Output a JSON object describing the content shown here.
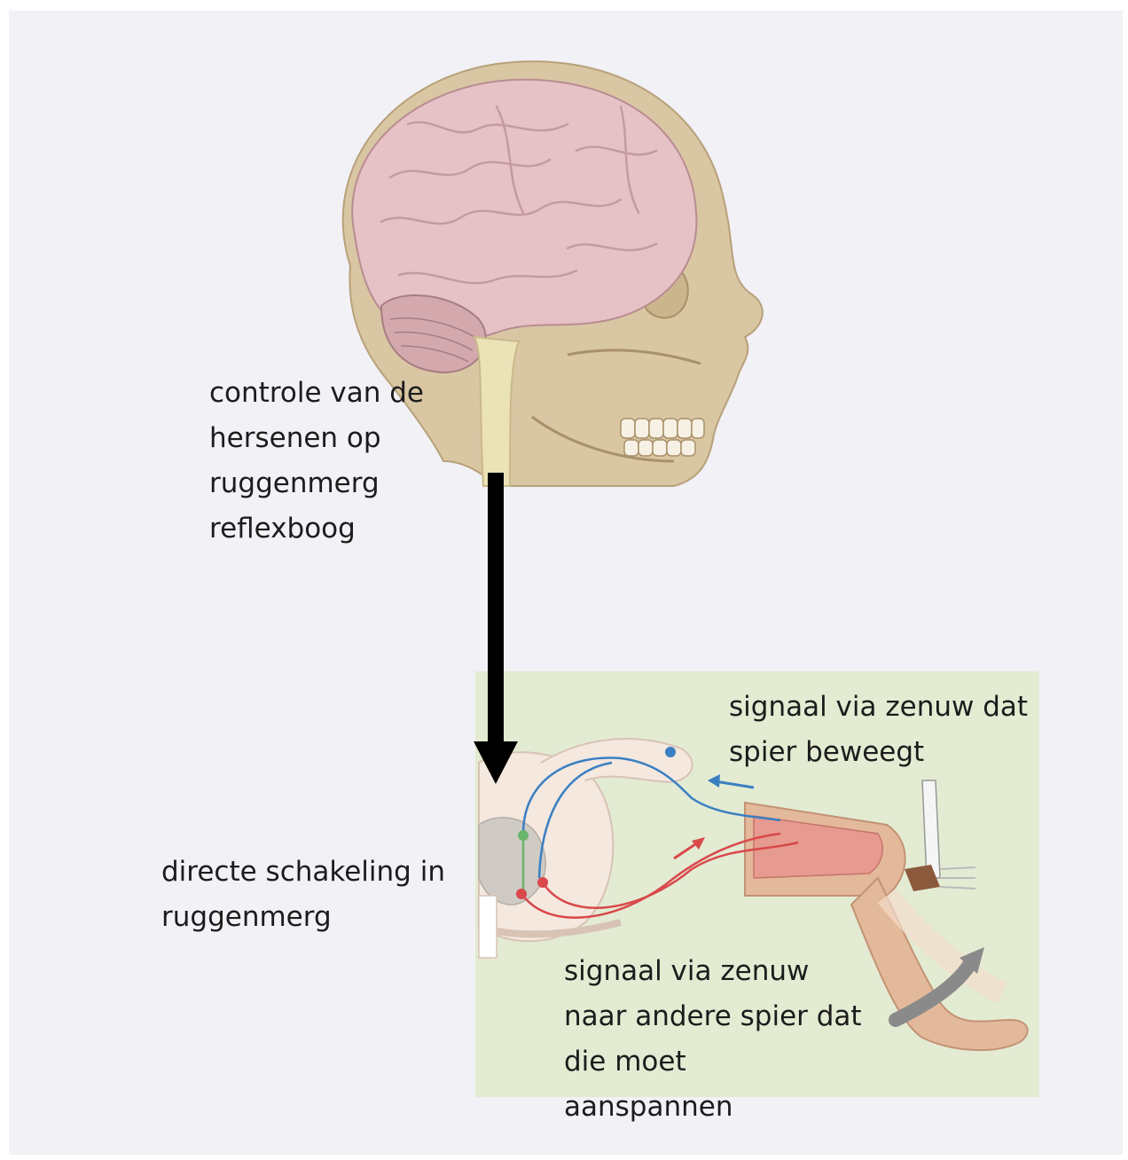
{
  "diagram": {
    "labels": {
      "brain_control": [
        "controle van de",
        "hersenen op",
        "ruggenmerg",
        "reflexboog"
      ],
      "direct_switch": [
        "directe schakeling in",
        "ruggenmerg"
      ],
      "signal_move": [
        "signaal via zenuw dat",
        "spier beweegt"
      ],
      "signal_tense": [
        "signaal via zenuw",
        "naar andere spier dat",
        "die moet",
        "aanspannen"
      ]
    },
    "colors": {
      "background": "#f1f1f6",
      "reflex_panel": "#e3ebd3",
      "skull": "#d9c6a3",
      "brain": "#e6c2c6",
      "spinal_cord": "#ece2b8",
      "arrow": "#000000",
      "motor_nerve": "#3a7fc2",
      "sensory_nerve": "#d9484a",
      "interneuron": "#6bb56b",
      "movement_arrow": "#8a8a8a"
    }
  }
}
